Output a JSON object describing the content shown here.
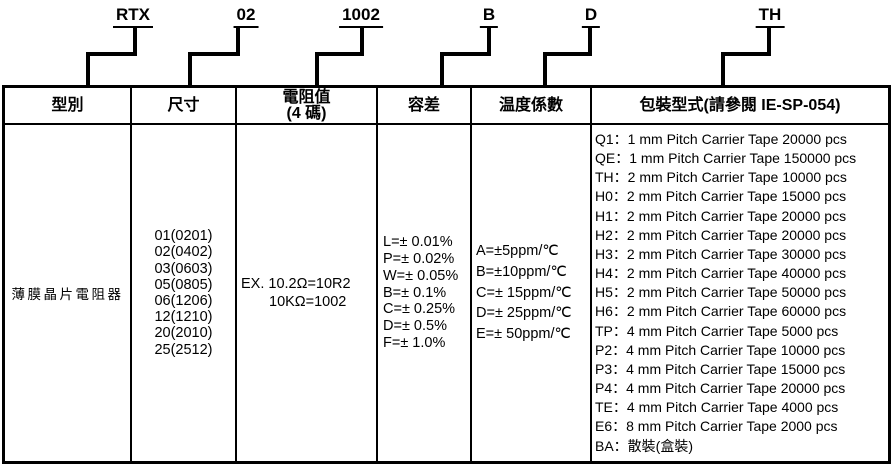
{
  "part_codes": [
    "RTX",
    "02",
    "1002",
    "B",
    "D",
    "TH"
  ],
  "table": {
    "columns": [
      {
        "header_lines": [
          "型別"
        ],
        "lines": [
          "薄膜晶片電阻器"
        ]
      },
      {
        "header_lines": [
          "尺寸"
        ],
        "lines": [
          "01(0201)",
          "02(0402)",
          "03(0603)",
          "05(0805)",
          "06(1206)",
          "12(1210)",
          "20(2010)",
          "25(2512)"
        ]
      },
      {
        "header_lines": [
          "電阻值",
          "(4 碼)"
        ],
        "lines": [
          "EX. 10.2Ω=10R2",
          "10KΩ=1002"
        ]
      },
      {
        "header_lines": [
          "容差"
        ],
        "lines": [
          "L=± 0.01%",
          "P=± 0.02%",
          "W=± 0.05%",
          "B=± 0.1%",
          "C=± 0.25%",
          "D=± 0.5%",
          "F=± 1.0%"
        ]
      },
      {
        "header_lines": [
          "温度係數"
        ],
        "lines": [
          "A=±5ppm/℃",
          "B=±10ppm/℃",
          "C=± 15ppm/℃",
          "D=± 25ppm/℃",
          "E=± 50ppm/℃"
        ]
      },
      {
        "header_lines": [
          "包裝型式(請參閱 IE-SP-054)"
        ],
        "lines": [
          "Q1：1 mm Pitch Carrier Tape 20000 pcs",
          "QE：1 mm Pitch Carrier Tape 150000 pcs",
          "TH：2 mm Pitch Carrier Tape 10000 pcs",
          "H0：2 mm Pitch Carrier Tape 15000 pcs",
          "H1：2 mm Pitch Carrier Tape 20000 pcs",
          "H2：2 mm Pitch Carrier Tape 20000 pcs",
          "H3：2 mm Pitch Carrier Tape 30000 pcs",
          "H4：2 mm Pitch Carrier Tape 40000 pcs",
          "H5：2 mm Pitch Carrier Tape 50000 pcs",
          "H6：2 mm Pitch Carrier Tape 60000 pcs",
          "TP：4 mm Pitch Carrier Tape 5000 pcs",
          "P2：4 mm Pitch Carrier Tape 10000 pcs",
          "P3：4 mm Pitch Carrier Tape 15000 pcs",
          "P4：4 mm Pitch Carrier Tape 20000 pcs",
          "TE：4 mm Pitch Carrier Tape 4000 pcs",
          "E6：8 mm Pitch Carrier Tape 2000 pcs",
          "BA：散裝(盒裝)"
        ]
      }
    ]
  },
  "colors": {
    "line": "#000000",
    "text": "#000000",
    "background": "#ffffff"
  }
}
